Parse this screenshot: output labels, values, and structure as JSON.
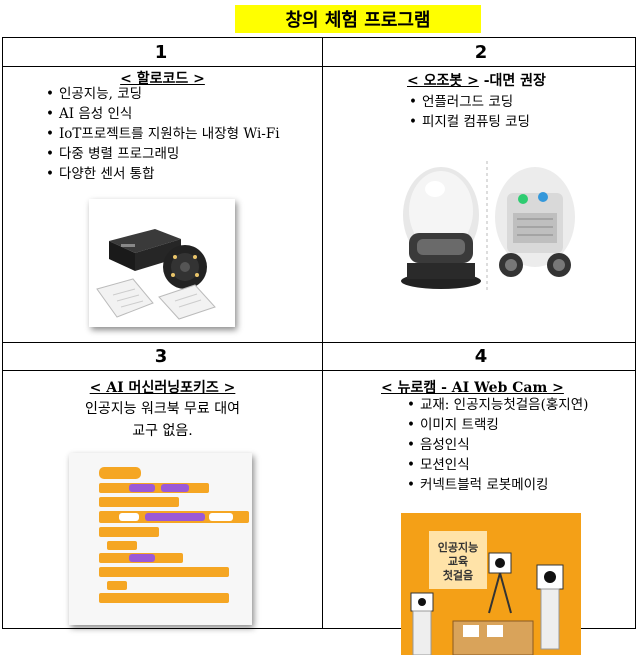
{
  "page": {
    "title": "창의 체험 프로그램"
  },
  "cells": [
    {
      "number": "1",
      "title": "< 할로코드 >",
      "features": [
        "인공지능, 코딩",
        "AI 음성 인식",
        "IoT프로젝트를 지원하는 내장형 Wi-Fi",
        "다중 병렬 프로그래밍",
        "다양한 센서 통합"
      ]
    },
    {
      "number": "2",
      "title_main": "< 오조봇 >",
      "title_suffix": " -대면 권장",
      "features": [
        "언플러그드 코딩",
        "피지컬 컴퓨팅 코딩"
      ]
    },
    {
      "number": "3",
      "title": "< AI 머신러닝포키즈 >",
      "lines": [
        "인공지능 워크북 무료 대여",
        "교구 없음."
      ]
    },
    {
      "number": "4",
      "title": "< 뉴로캠 - AI Web Cam >",
      "features": [
        "교재: 인공지능첫걸음(홍지연)",
        "이미지 트랙킹",
        "음성인식",
        "모션인식",
        "커넥트블럭 로봇메이킹"
      ],
      "poster_text": [
        "인공지능",
        "교육",
        "첫걸음"
      ]
    }
  ],
  "colors": {
    "title_highlight": "#ffff00",
    "scratch_blocks": "#f5a623",
    "scratch_purple": "#9b59d6",
    "poster_orange": "#f4a017"
  }
}
